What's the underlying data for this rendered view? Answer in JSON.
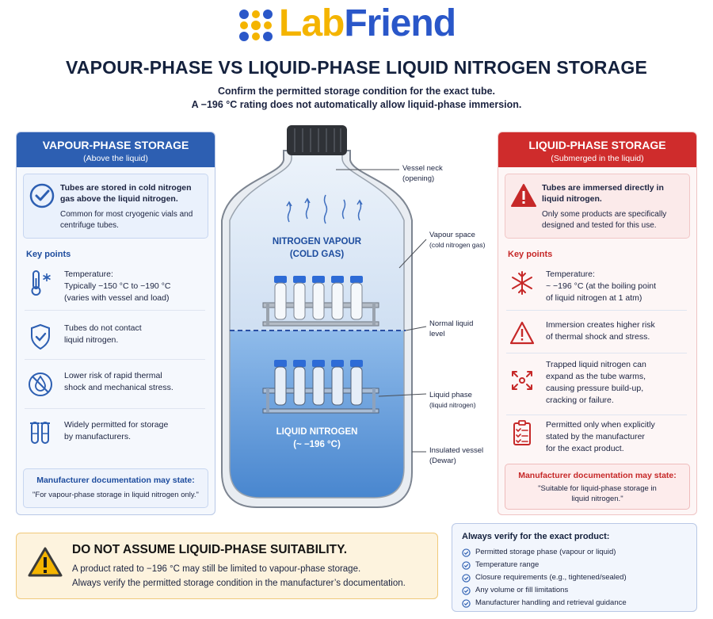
{
  "logo": {
    "part1": "Lab",
    "part2": "Friend"
  },
  "title": "VAPOUR-PHASE VS LIQUID-PHASE LIQUID NITROGEN STORAGE",
  "subtitle_lines": [
    "Confirm the permitted storage condition for the exact tube.",
    "A −196 °C rating does not automatically allow liquid-phase immersion."
  ],
  "vapour_panel": {
    "heading": "VAPOUR-PHASE STORAGE",
    "subheading": "(Above the liquid)",
    "intro_bold": "Tubes are stored in cold nitrogen gas above the liquid nitrogen.",
    "intro_text": "Common for most cryogenic vials and centrifuge tubes.",
    "key_points_label": "Key points",
    "points": [
      {
        "icon": "thermometer-snowflake-icon",
        "lines": [
          "Temperature:",
          "Typically −150 °C to −190 °C",
          "(varies with vessel and load)"
        ]
      },
      {
        "icon": "shield-check-icon",
        "lines": [
          "Tubes do not contact",
          "liquid nitrogen."
        ]
      },
      {
        "icon": "no-drop-icon",
        "lines": [
          "Lower risk of rapid thermal",
          "shock and mechanical stress."
        ]
      },
      {
        "icon": "test-tubes-icon",
        "lines": [
          "Widely permitted for storage",
          "by manufacturers."
        ]
      }
    ],
    "doc_heading": "Manufacturer documentation may state:",
    "doc_quote": "\"For vapour-phase storage in liquid nitrogen only.\""
  },
  "liquid_panel": {
    "heading": "LIQUID-PHASE STORAGE",
    "subheading": "(Submerged in the liquid)",
    "intro_bold": "Tubes are immersed directly in liquid nitrogen.",
    "intro_text": "Only some products are specifically designed and tested for this use.",
    "key_points_label": "Key points",
    "points": [
      {
        "icon": "snowflake-icon",
        "lines": [
          "Temperature:",
          "~ −196 °C (at the boiling point",
          "of liquid nitrogen at 1 atm)"
        ]
      },
      {
        "icon": "warning-triangle-icon",
        "lines": [
          "Immersion creates higher risk",
          "of thermal shock and stress."
        ]
      },
      {
        "icon": "expand-arrows-icon",
        "lines": [
          "Trapped liquid nitrogen can",
          "expand as the tube warms,",
          "causing pressure build-up,",
          "cracking or failure."
        ]
      },
      {
        "icon": "checklist-icon",
        "lines": [
          "Permitted only when explicitly",
          "stated by the manufacturer",
          "for the exact product."
        ]
      }
    ],
    "doc_heading": "Manufacturer documentation may state:",
    "doc_quote_lines": [
      "\"Suitable for liquid-phase storage in",
      "liquid nitrogen.\""
    ]
  },
  "diagram": {
    "vapour_label": [
      "NITROGEN VAPOUR",
      "(COLD GAS)"
    ],
    "liquid_label": [
      "LIQUID NITROGEN",
      "(~ −196 °C)"
    ],
    "callouts": {
      "neck": [
        "Vessel neck",
        "(opening)"
      ],
      "vapour_space": [
        "Vapour space",
        "(cold nitrogen gas)"
      ],
      "liquid_level": [
        "Normal liquid",
        "level"
      ],
      "liquid_phase": [
        "Liquid phase",
        "(liquid nitrogen)"
      ],
      "vessel": [
        "Insulated vessel",
        "(Dewar)"
      ]
    },
    "colors": {
      "cap": "#2f3237",
      "vapour": "#dce8f6",
      "liquid": "#4e8fd6",
      "cap_tube": "#2d6bd6",
      "level_line": "#2a4fa3"
    }
  },
  "warning": {
    "heading": "DO NOT ASSUME LIQUID-PHASE SUITABILITY.",
    "line1": "A product rated to −196 °C may still be limited to vapour-phase storage.",
    "line2": "Always verify the permitted storage condition in the manufacturer’s documentation."
  },
  "verify": {
    "heading": "Always verify for the exact product:",
    "items": [
      "Permitted storage phase (vapour or liquid)",
      "Temperature range",
      "Closure requirements (e.g., tightened/sealed)",
      "Any volume or fill limitations",
      "Manufacturer handling and retrieval guidance"
    ]
  }
}
